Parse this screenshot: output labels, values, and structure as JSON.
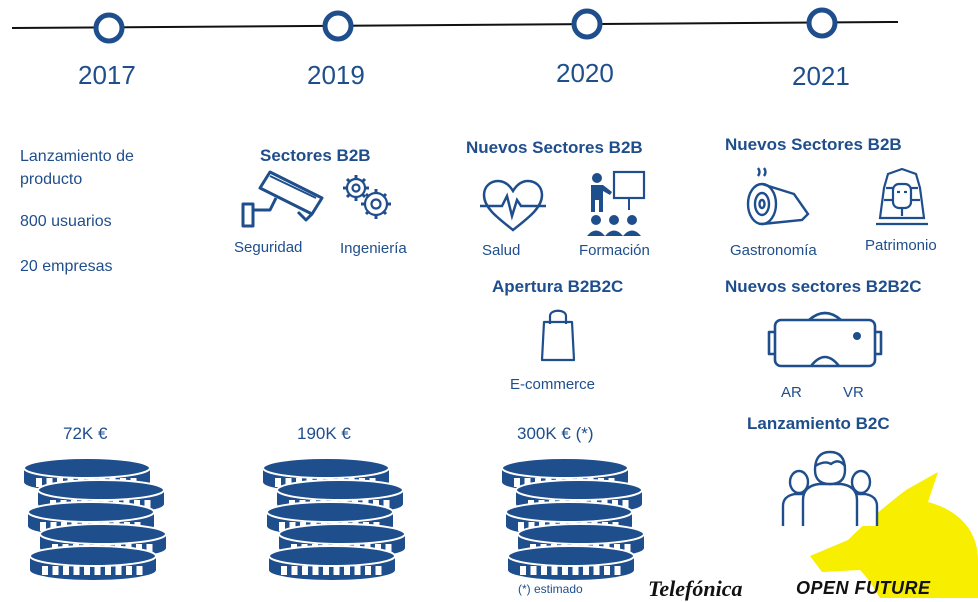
{
  "timeline": {
    "years": [
      "2017",
      "2019",
      "2020",
      "2021"
    ]
  },
  "col2017": {
    "facts": [
      "Lanzamiento de",
      "producto",
      "800 usuarios",
      "20 empresas"
    ],
    "amount": "72K €"
  },
  "col2019": {
    "heading": "Sectores B2B",
    "sectors": [
      "Seguridad",
      "Ingeniería"
    ],
    "amount": "190K €"
  },
  "col2020": {
    "heading": "Nuevos Sectores B2B",
    "sectors": [
      "Salud",
      "Formación"
    ],
    "heading2": "Apertura B2B2C",
    "sector3": "E-commerce",
    "amount": "300K € (*)",
    "note": "(*) estimado"
  },
  "col2021": {
    "heading": "Nuevos Sectores B2B",
    "sectors": [
      "Gastronomía",
      "Patrimonio"
    ],
    "heading2": "Nuevos sectores B2B2C",
    "sectors2": [
      "AR",
      "VR"
    ],
    "heading3": "Lanzamiento B2C"
  },
  "footer": {
    "brand1": "Telefónica",
    "brand2": "OPEN FUTURE"
  },
  "colors": {
    "primary": "#1f4e8c",
    "accent": "#f7ee00"
  }
}
